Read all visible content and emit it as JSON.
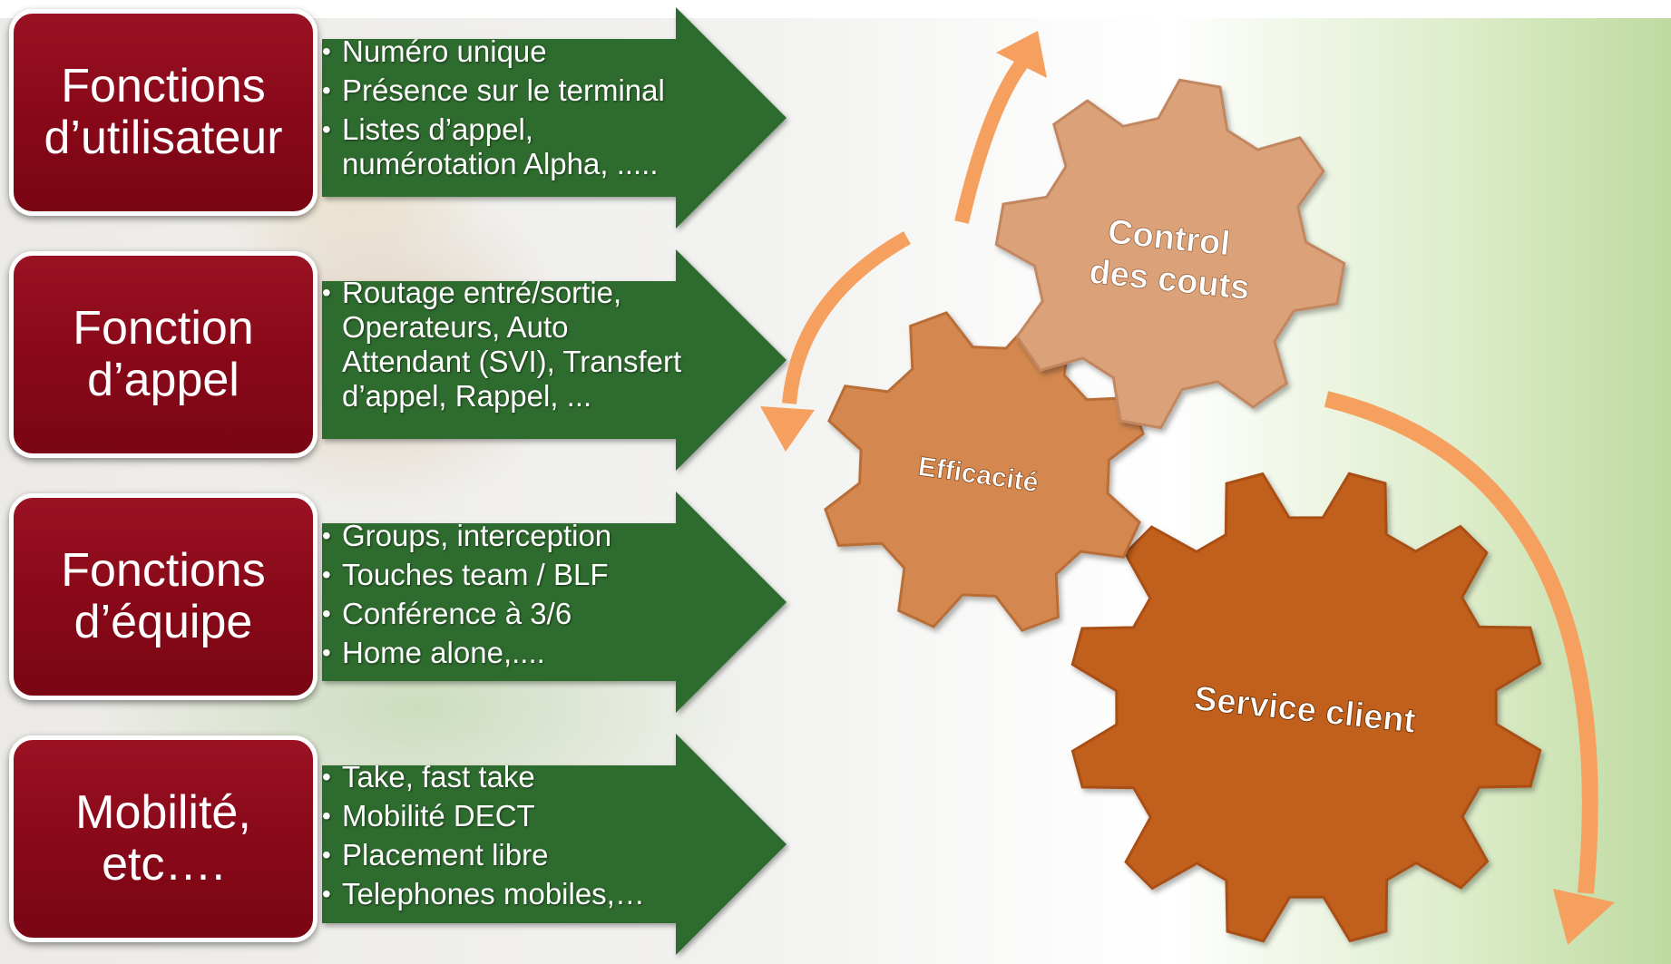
{
  "categories": [
    {
      "title": "Fonctions\nd’utilisateur",
      "items": [
        "Numéro unique",
        "Présence sur le terminal",
        "Listes d’appel,\nnumérotation Alpha, ....."
      ]
    },
    {
      "title": "Fonction\nd’appel",
      "items": [
        "Routage entré/sortie,\nOperateurs, Auto\nAttendant (SVI), Transfert\nd’appel, Rappel, ..."
      ]
    },
    {
      "title": "Fonctions\nd’équipe",
      "items": [
        "Groups, interception",
        "Touches team / BLF",
        "Conférence à 3/6",
        "Home alone,...."
      ]
    },
    {
      "title": "Mobilité,\netc….",
      "items": [
        "Take, fast take",
        "Mobilité DECT",
        "Placement libre",
        "Telephones mobiles,…"
      ]
    }
  ],
  "gears": [
    {
      "label": "Control\ndes couts",
      "color": "#dba27a"
    },
    {
      "label": "Efficacité",
      "color": "#d4884f"
    },
    {
      "label": "Service client",
      "color": "#c1601f"
    }
  ],
  "colors": {
    "category_fill": "#870818",
    "arrow_fill": "#2e6b2e",
    "cycle_arrow": "#f6a060"
  }
}
